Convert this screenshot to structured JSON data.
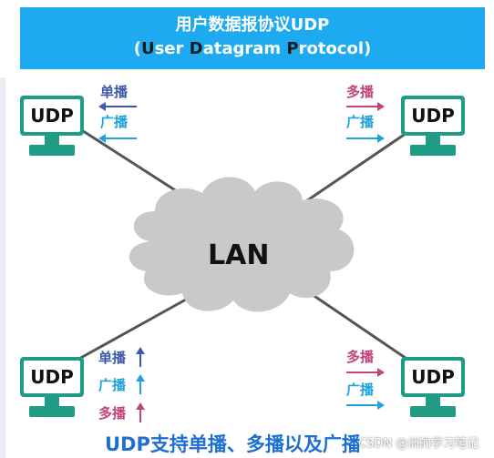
{
  "banner": {
    "title_cn": "用户数据报协议UDP",
    "title_en_open": "(",
    "title_en_u": "U",
    "title_en_mid1": "ser ",
    "title_en_d": "D",
    "title_en_mid2": "atagram ",
    "title_en_p": "P",
    "title_en_end": "rotocol)",
    "color": "#1eaaf1"
  },
  "cloud": {
    "label": "LAN",
    "color": "#c9c9c9"
  },
  "hosts": [
    {
      "label": "UDP"
    },
    {
      "label": "UDP"
    },
    {
      "label": "UDP"
    },
    {
      "label": "UDP"
    }
  ],
  "top_left": {
    "unicast": "单播",
    "broadcast": "广播"
  },
  "top_right": {
    "multicast": "多播",
    "broadcast": "广播"
  },
  "bottom_left": {
    "unicast": "单播",
    "broadcast": "广播",
    "multicast": "多播"
  },
  "bottom_right": {
    "multicast": "多播",
    "broadcast": "广播"
  },
  "colors": {
    "unicast": "#3d5aa8",
    "broadcast": "#1fa3d8",
    "multicast": "#c2457a",
    "link": "#555555",
    "host": "#1f9b86"
  },
  "footer": {
    "title": "UDP支持单播、多播以及广播",
    "watermark": "CSDN @洲的学习笔记"
  }
}
